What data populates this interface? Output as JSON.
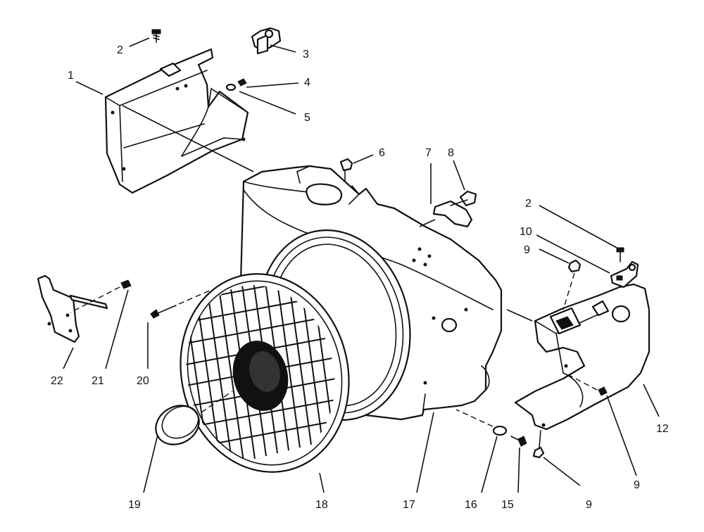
{
  "callouts": [
    {
      "id": "c1",
      "label": "1"
    },
    {
      "id": "c2a",
      "label": "2"
    },
    {
      "id": "c3",
      "label": "3"
    },
    {
      "id": "c4",
      "label": "4"
    },
    {
      "id": "c5",
      "label": "5"
    },
    {
      "id": "c6",
      "label": "6"
    },
    {
      "id": "c7",
      "label": "7"
    },
    {
      "id": "c8",
      "label": "8"
    },
    {
      "id": "c2b",
      "label": "2"
    },
    {
      "id": "c10",
      "label": "10"
    },
    {
      "id": "c9a",
      "label": "9"
    },
    {
      "id": "c12",
      "label": "12"
    },
    {
      "id": "c9b",
      "label": "9"
    },
    {
      "id": "c9c",
      "label": "9"
    },
    {
      "id": "c15",
      "label": "15"
    },
    {
      "id": "c16",
      "label": "16"
    },
    {
      "id": "c17",
      "label": "17"
    },
    {
      "id": "c18",
      "label": "18"
    },
    {
      "id": "c19",
      "label": "19"
    },
    {
      "id": "c20",
      "label": "20"
    },
    {
      "id": "c21",
      "label": "21"
    },
    {
      "id": "c22",
      "label": "22"
    }
  ]
}
